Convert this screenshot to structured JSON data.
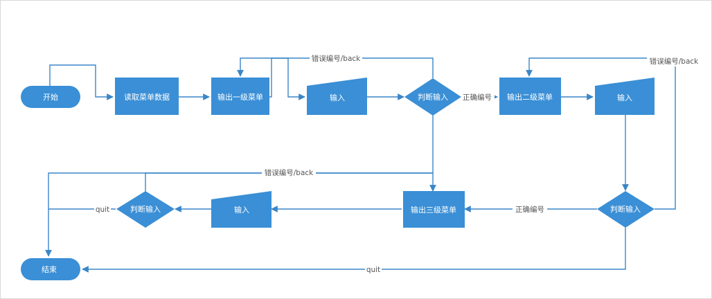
{
  "nodes": {
    "start": "开始",
    "read_menu": "读取菜单数据",
    "output_level1": "输出一级菜单",
    "input1": "输入",
    "judge1": "判断输入",
    "output_level2": "输出二级菜单",
    "input2": "输入",
    "judge2": "判断输入",
    "output_level3": "输出三级菜单",
    "input3": "输入",
    "judge3": "判断输入",
    "end": "结束"
  },
  "edges": {
    "error_back_top1": "错误编号/back",
    "correct_1": "正确编号",
    "error_back_top2": "错误编号/back",
    "correct_2": "正确编号",
    "error_back_bottom": "错误编号/back",
    "quit_left": "quit",
    "quit_bottom": "quit"
  },
  "colors": {
    "shape_fill": "#3a8fd6",
    "connector": "#3a86c8",
    "label_text": "#555555"
  }
}
